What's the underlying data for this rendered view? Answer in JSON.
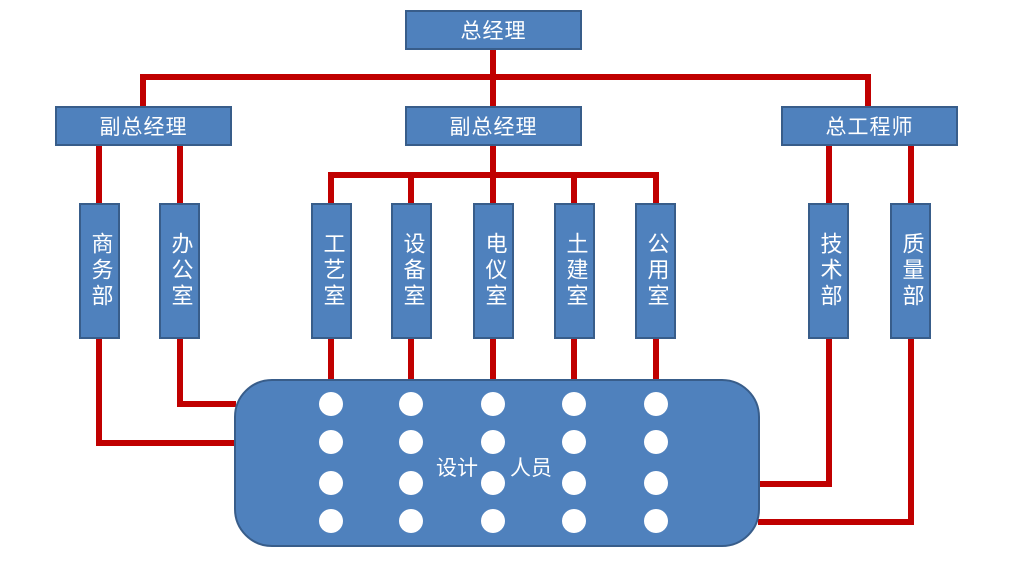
{
  "colors": {
    "box_fill": "#4f81bd",
    "box_border": "#385d8a",
    "connector": "#c00000",
    "dot": "#ffffff"
  },
  "top": {
    "label": "总经理"
  },
  "level2": [
    {
      "label": "副总经理"
    },
    {
      "label": "副总经理"
    },
    {
      "label": "总工程师"
    }
  ],
  "departments": [
    {
      "label": "商务部"
    },
    {
      "label": "办公室"
    },
    {
      "label": "工艺室"
    },
    {
      "label": "设备室"
    },
    {
      "label": "电仪室"
    },
    {
      "label": "土建室"
    },
    {
      "label": "公用室"
    },
    {
      "label": "技术部"
    },
    {
      "label": "质量部"
    }
  ],
  "staff_pool": {
    "label_part1": "设计",
    "label_part2": "人员"
  }
}
